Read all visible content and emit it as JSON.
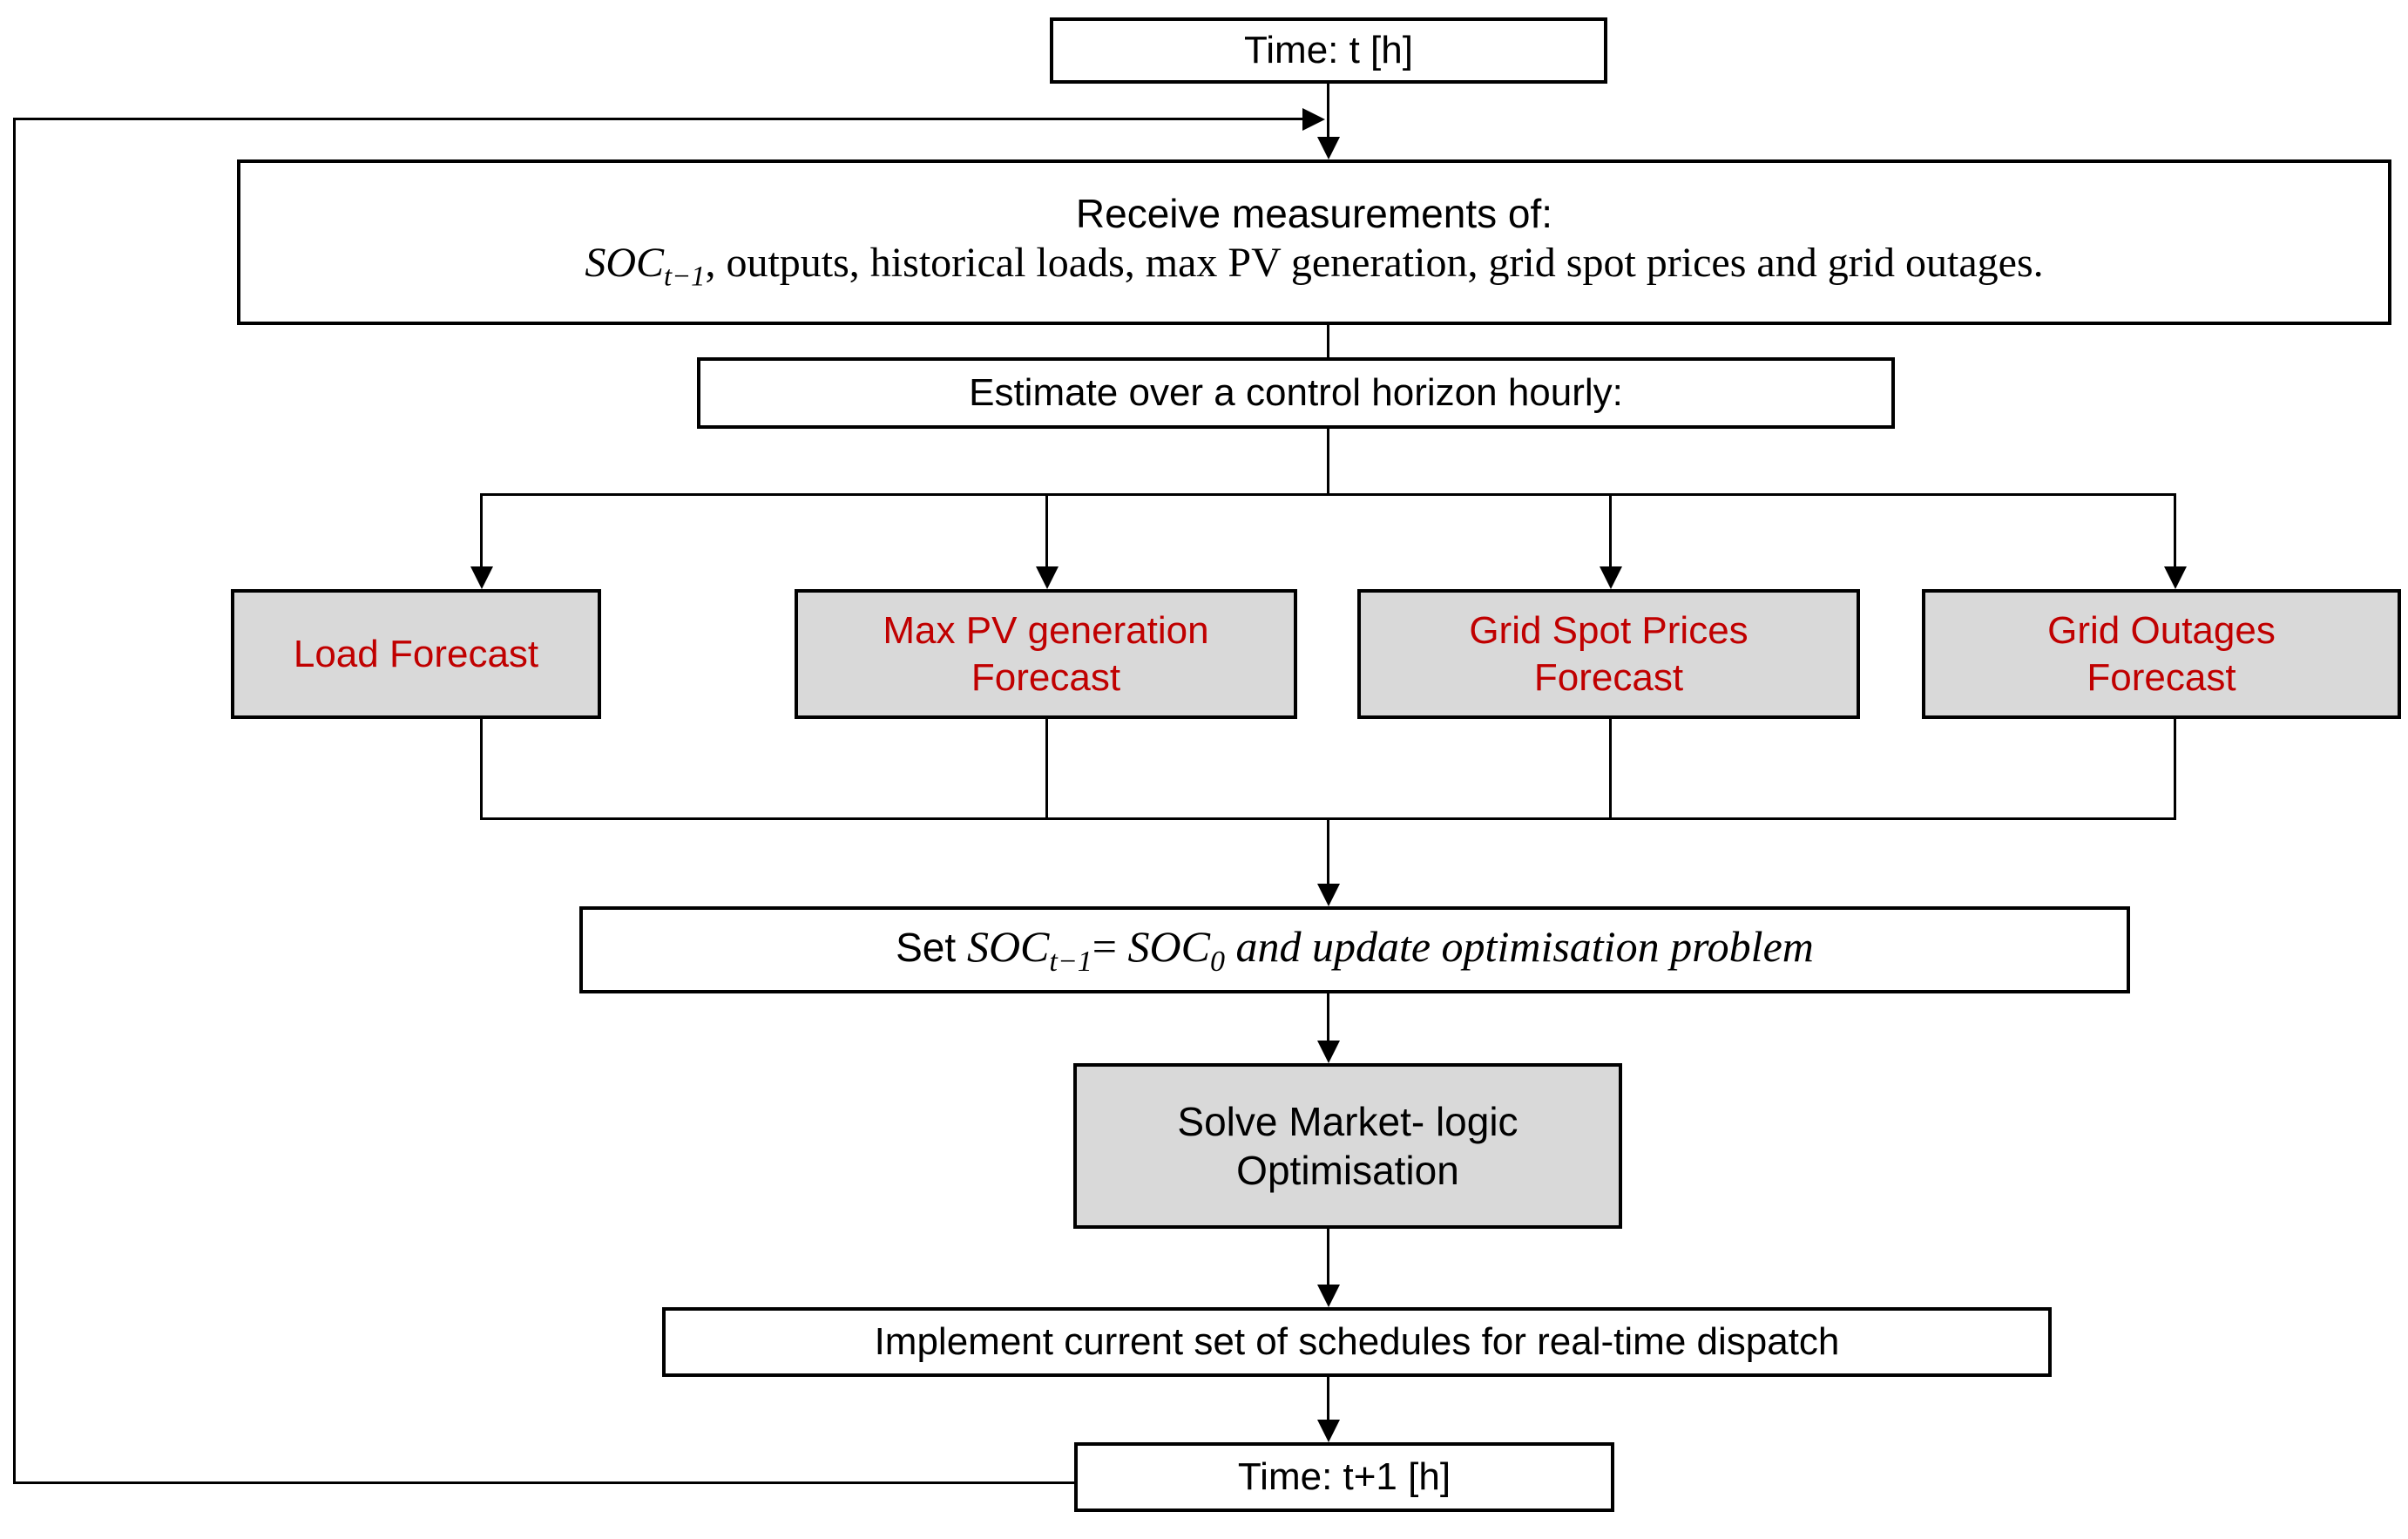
{
  "diagram": {
    "title": "Model predictive control loop flowchart",
    "colors": {
      "node_fill": "#ffffff",
      "node_fill_highlight": "#d9d9d9",
      "border": "#000000",
      "forecast_text": "#C00000",
      "text": "#000000"
    }
  },
  "nodes": {
    "time_start": {
      "label": "Time: t [h]"
    },
    "receive": {
      "line1": "Receive measurements of:",
      "line2_pre": "SOC",
      "line2_sub": "t−1",
      "line2_post": ", outputs, historical loads, max PV generation, grid spot prices and grid outages."
    },
    "estimate": {
      "label": "Estimate over a control horizon hourly:"
    },
    "forecasts": [
      {
        "label": "Load Forecast"
      },
      {
        "label": "Max PV generation\nForecast"
      },
      {
        "label": "Grid Spot Prices\nForecast"
      },
      {
        "label": "Grid Outages\nForecast"
      }
    ],
    "set_soc": {
      "pre": "Set ",
      "soc1": "SOC",
      "soc1_sub": "t−1",
      "eq": "= ",
      "soc2": "SOC",
      "soc2_sub": "0",
      "post": " and update optimisation problem"
    },
    "solve": {
      "label": "Solve Market- logic\nOptimisation"
    },
    "implement": {
      "label": "Implement current set of schedules for real-time dispatch"
    },
    "time_next": {
      "label": "Time: t+1 [h]"
    }
  }
}
